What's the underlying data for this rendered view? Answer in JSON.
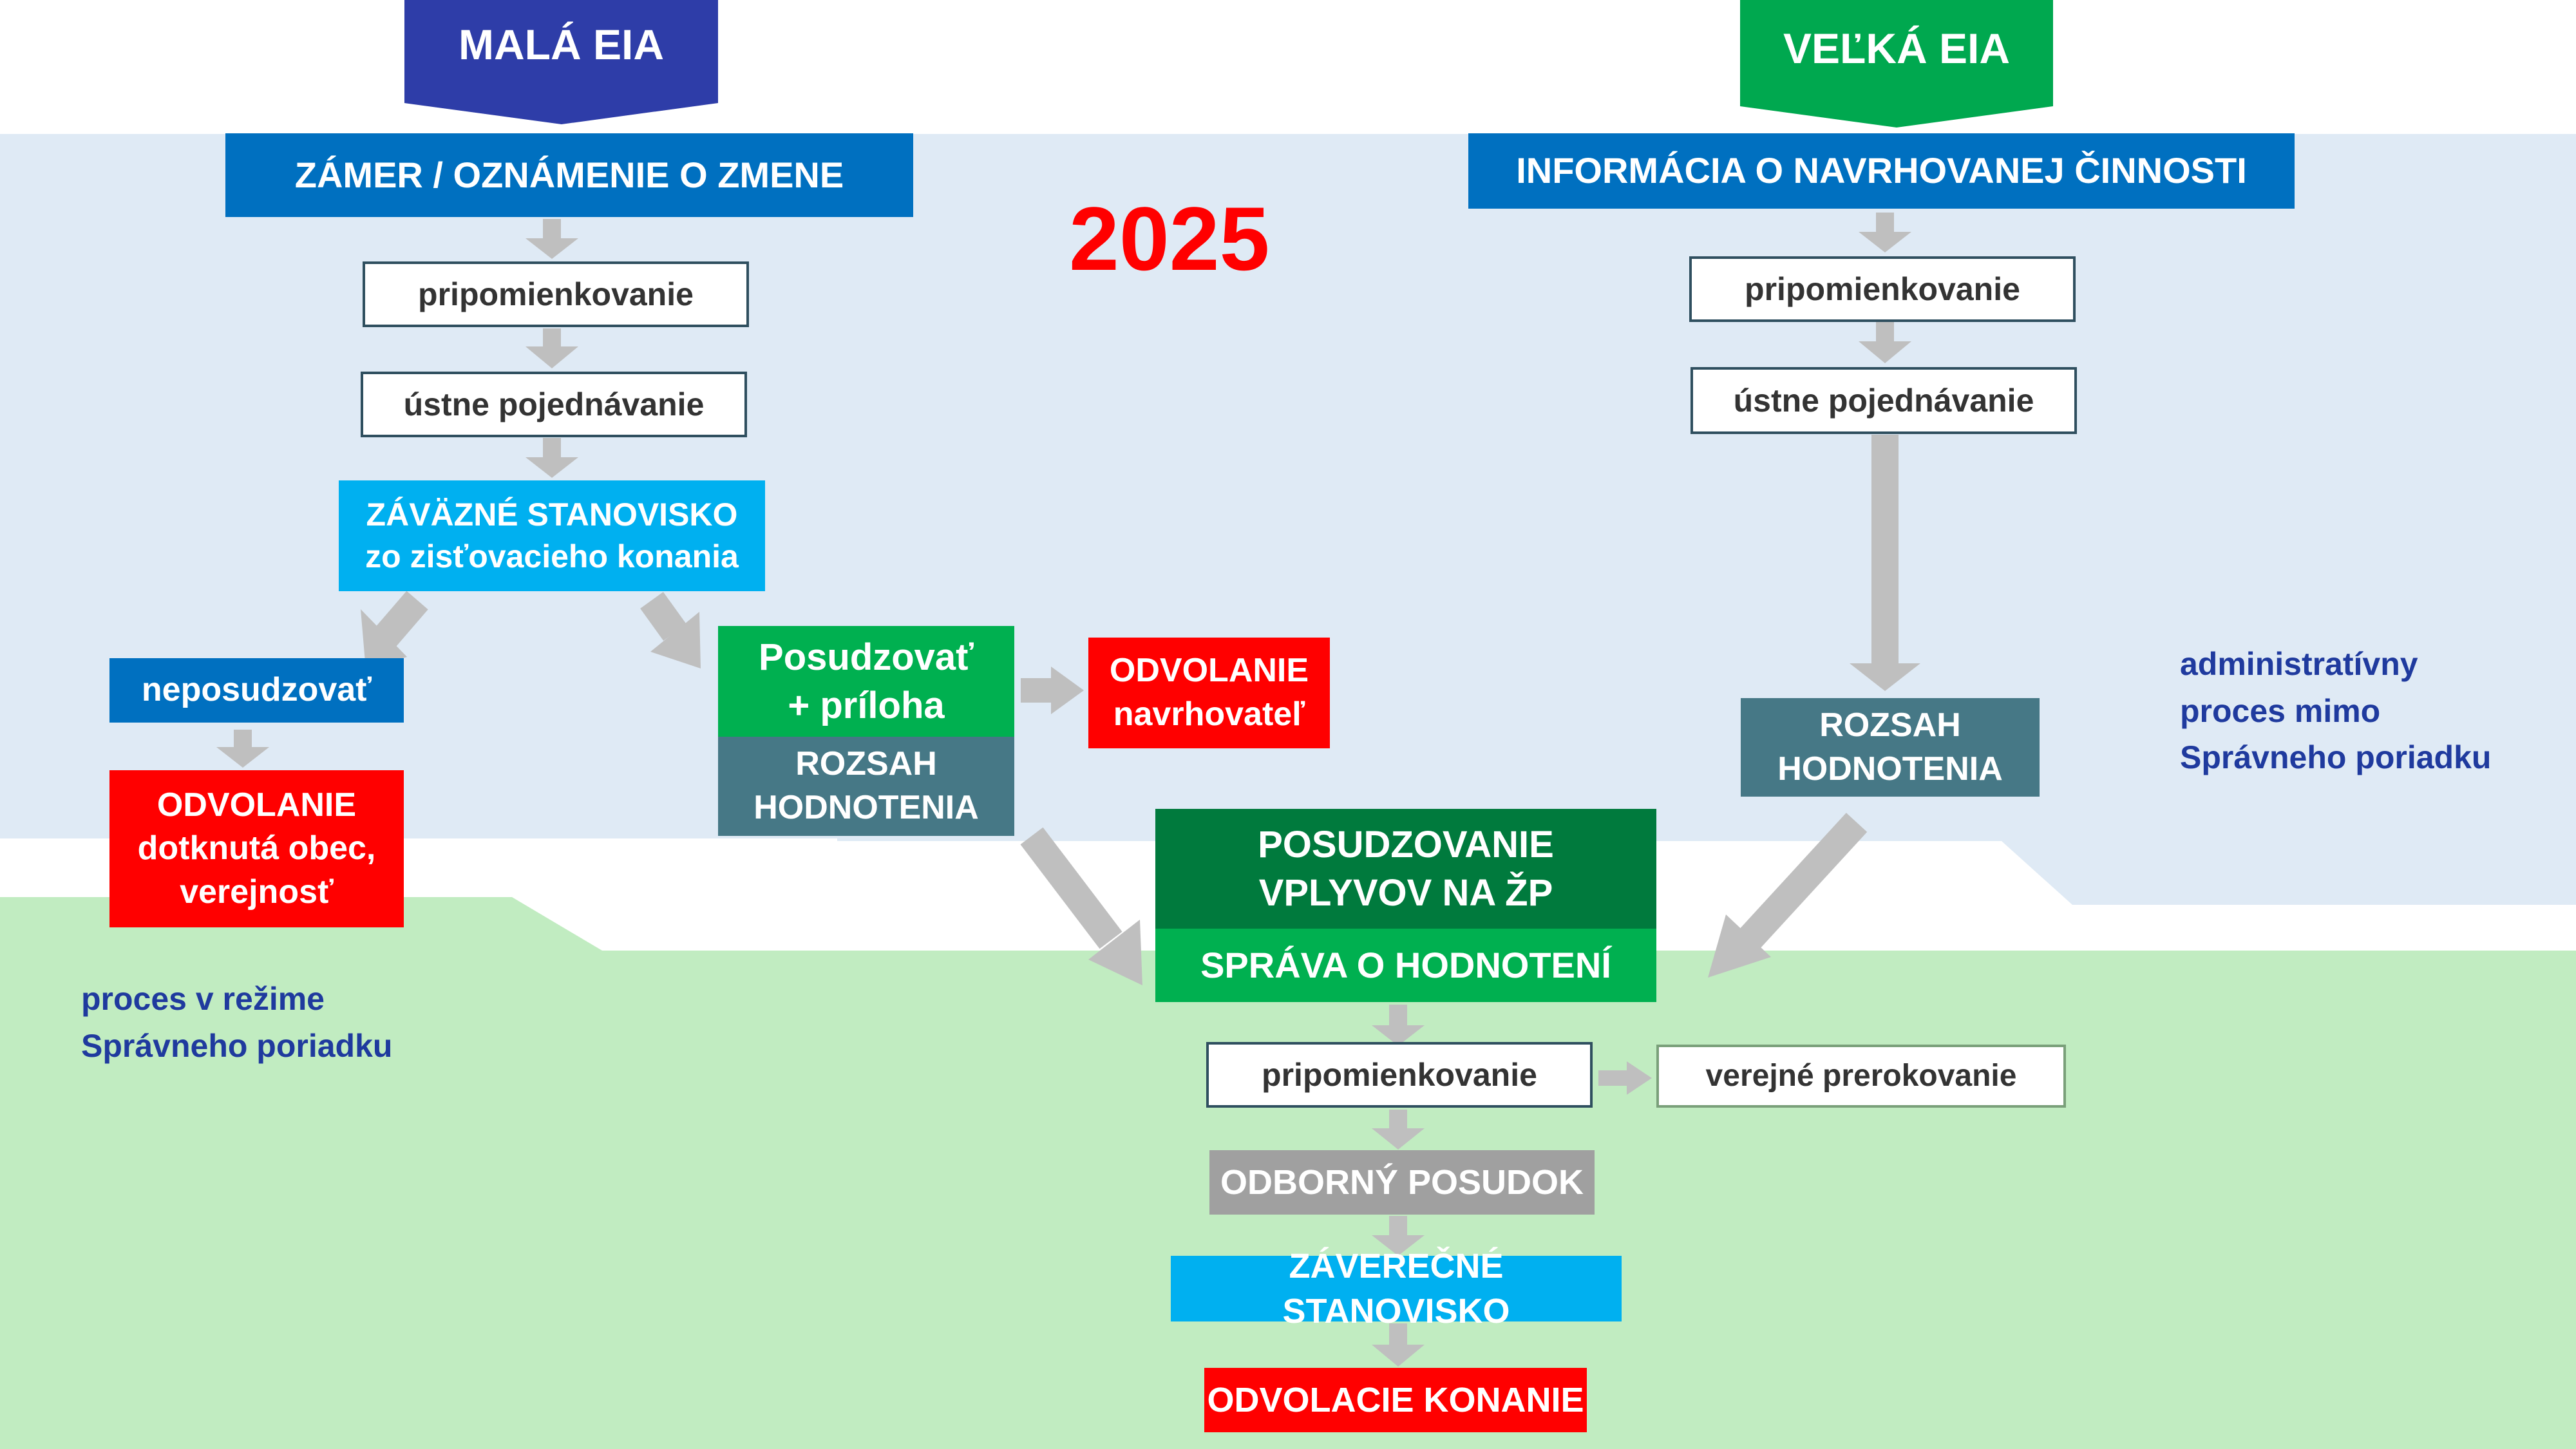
{
  "header": {
    "mala_eia": "MALÁ EIA",
    "velka_eia": "VEĽKÁ EIA",
    "year": "2025"
  },
  "left": {
    "zamer": "ZÁMER / OZNÁMENIE O ZMENE",
    "pripomienkovanie": "pripomienkovanie",
    "ustne": "ústne pojednávanie",
    "zavazne_line1": "ZÁVÄZNÉ STANOVISKO",
    "zavazne_line2": "zo zisťovacieho konania",
    "neposudzovat": "neposudzovať",
    "odvolanie_obec_line1": "ODVOLANIE",
    "odvolanie_obec_line2": "dotknutá obec,",
    "odvolanie_obec_line3": "verejnosť",
    "posudzovat_line1": "Posudzovať",
    "posudzovat_line2": "+ príloha",
    "rozsah_line1": "ROZSAH",
    "rozsah_line2": "HODNOTENIA",
    "odvolanie_navr_line1": "ODVOLANIE",
    "odvolanie_navr_line2": "navrhovateľ"
  },
  "right": {
    "informacia": "INFORMÁCIA O NAVRHOVANEJ ČINNOSTI",
    "pripomienkovanie": "pripomienkovanie",
    "ustne": "ústne pojednávanie",
    "rozsah_line1": "ROZSAH",
    "rozsah_line2": "HODNOTENIA"
  },
  "center": {
    "posudzovanie_line1": "POSUDZOVANIE",
    "posudzovanie_line2": "VPLYVOV NA ŽP",
    "sprava": "SPRÁVA O HODNOTENÍ",
    "pripomienkovanie": "pripomienkovanie",
    "verejne": "verejné prerokovanie",
    "odborny": "ODBORNÝ POSUDOK",
    "zaverecne": "ZÁVEREČNÉ STANOVISKO",
    "odvolacie": "ODVOLACIE KONANIE"
  },
  "notes": {
    "admin_line1": "administratívny",
    "admin_line2": "proces mimo",
    "admin_line3": "Správneho poriadku",
    "spravny_line1": "proces v režime",
    "spravny_line2": "Správneho poriadku"
  },
  "colors": {
    "admin_zone": "#dfeaf5",
    "spravny_zone": "#c1ecc1",
    "arrow": "#bfbfbf"
  }
}
